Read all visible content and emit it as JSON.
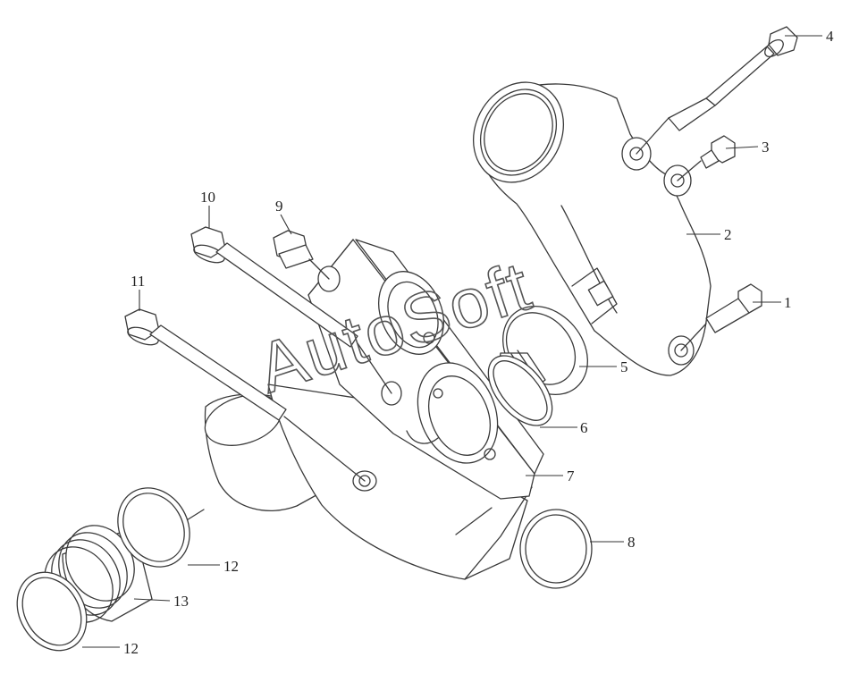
{
  "diagram": {
    "type": "exploded-parts-view",
    "watermark": "AutoSoft",
    "callouts": [
      "1",
      "2",
      "3",
      "4",
      "5",
      "6",
      "7",
      "8",
      "9",
      "10",
      "11",
      "12",
      "12",
      "13"
    ]
  }
}
